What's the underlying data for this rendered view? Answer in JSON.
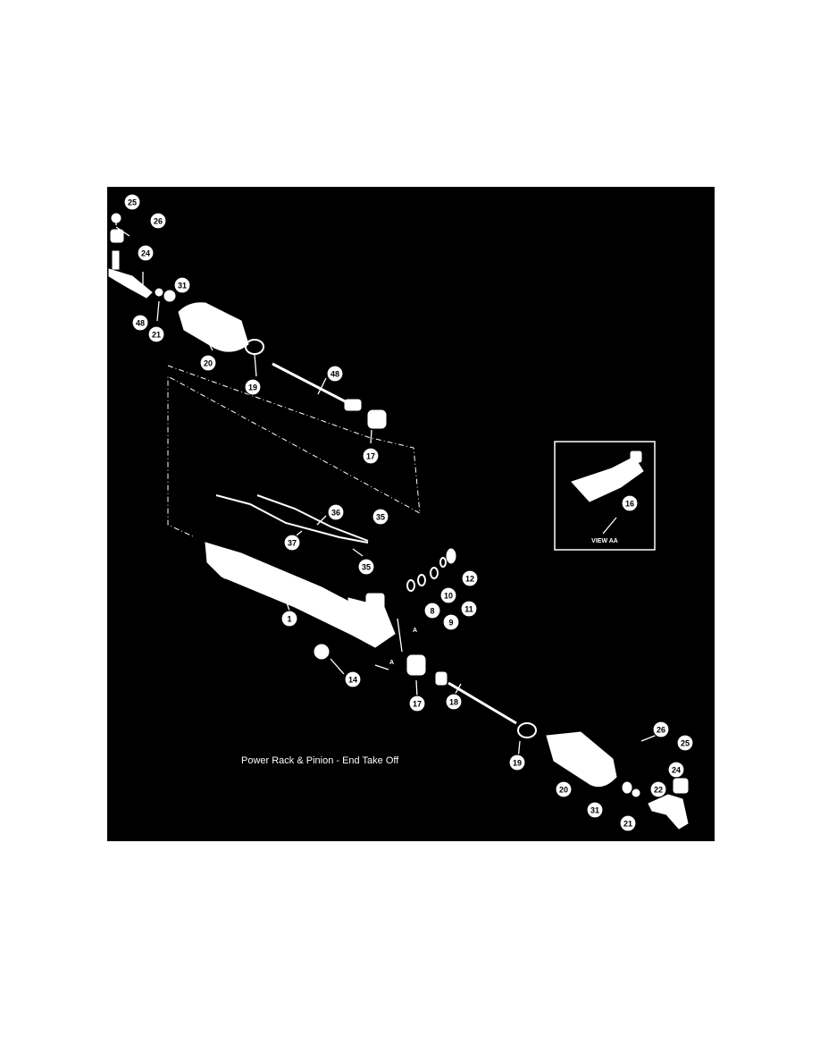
{
  "figure": {
    "caption": "Power Rack & Pinion - End Take Off",
    "inset_label": "VIEW AA",
    "section_marker": "A"
  },
  "callouts": [
    {
      "id": "c25a",
      "label": "25"
    },
    {
      "id": "c26a",
      "label": "26"
    },
    {
      "id": "c24a",
      "label": "24"
    },
    {
      "id": "c31a",
      "label": "31"
    },
    {
      "id": "c48a",
      "label": "48"
    },
    {
      "id": "c21a",
      "label": "21"
    },
    {
      "id": "c20a",
      "label": "20"
    },
    {
      "id": "c19a",
      "label": "19"
    },
    {
      "id": "c48b",
      "label": "48"
    },
    {
      "id": "c17a",
      "label": "17"
    },
    {
      "id": "c16",
      "label": "16"
    },
    {
      "id": "c36",
      "label": "36"
    },
    {
      "id": "c35a",
      "label": "35"
    },
    {
      "id": "c37",
      "label": "37"
    },
    {
      "id": "c35b",
      "label": "35"
    },
    {
      "id": "c12",
      "label": "12"
    },
    {
      "id": "c10",
      "label": "10"
    },
    {
      "id": "c11",
      "label": "11"
    },
    {
      "id": "c8",
      "label": "8"
    },
    {
      "id": "c9",
      "label": "9"
    },
    {
      "id": "c1",
      "label": "1"
    },
    {
      "id": "c14",
      "label": "14"
    },
    {
      "id": "c17b",
      "label": "17"
    },
    {
      "id": "c18",
      "label": "18"
    },
    {
      "id": "c19b",
      "label": "19"
    },
    {
      "id": "c20b",
      "label": "20"
    },
    {
      "id": "c26b",
      "label": "26"
    },
    {
      "id": "c25b",
      "label": "25"
    },
    {
      "id": "c24b",
      "label": "24"
    },
    {
      "id": "c22",
      "label": "22"
    },
    {
      "id": "c31b",
      "label": "31"
    },
    {
      "id": "c21b",
      "label": "21"
    }
  ]
}
